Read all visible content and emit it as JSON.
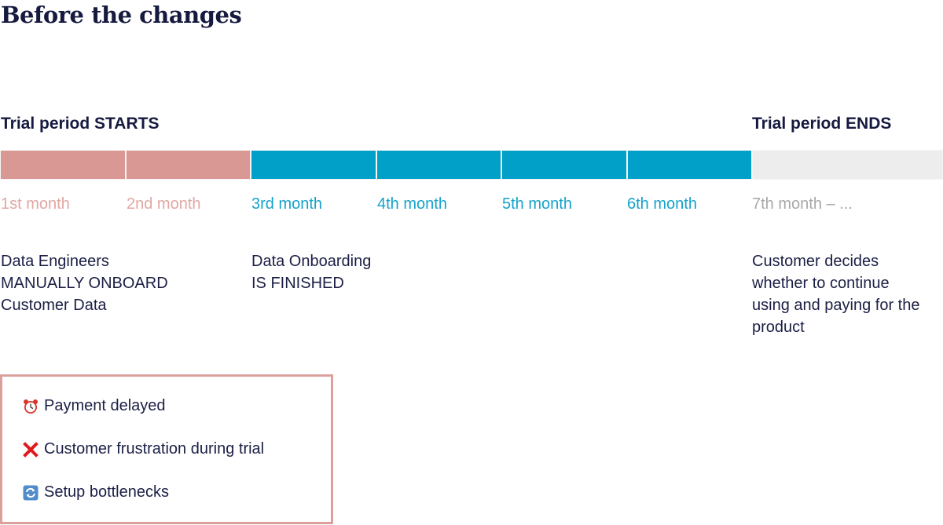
{
  "title": "Before the changes",
  "markers": {
    "start": "Trial period STARTS",
    "end": "Trial period ENDS"
  },
  "colors": {
    "manual_phase": "#d99894",
    "paid_phase": "#00a0c8",
    "post_trial": "#ededee",
    "manual_label": "#e0a8a4",
    "paid_label": "#15a3cc",
    "post_label": "#a8a8a8",
    "text_dark": "#161a3f",
    "box_border": "#dba09c"
  },
  "months": [
    {
      "label": "1st month",
      "phase": "manual"
    },
    {
      "label": "2nd month",
      "phase": "manual"
    },
    {
      "label": "3rd month",
      "phase": "paid"
    },
    {
      "label": "4th month",
      "phase": "paid"
    },
    {
      "label": "5th month",
      "phase": "paid"
    },
    {
      "label": "6th month",
      "phase": "paid"
    },
    {
      "label": "7th month – ...",
      "phase": "post"
    }
  ],
  "notes": {
    "manual": "Data Engineers\nMANUALLY ONBOARD\nCustomer Data",
    "finished": "Data Onboarding\nIS FINISHED",
    "decision": "Customer decides\nwhether to continue\nusing and paying for the\nproduct"
  },
  "issues": [
    {
      "icon": "alarm-clock-icon",
      "text": "Payment delayed"
    },
    {
      "icon": "red-x-icon",
      "text": "Customer frustration during trial"
    },
    {
      "icon": "refresh-arrows-icon",
      "text": "Setup bottlenecks"
    }
  ]
}
